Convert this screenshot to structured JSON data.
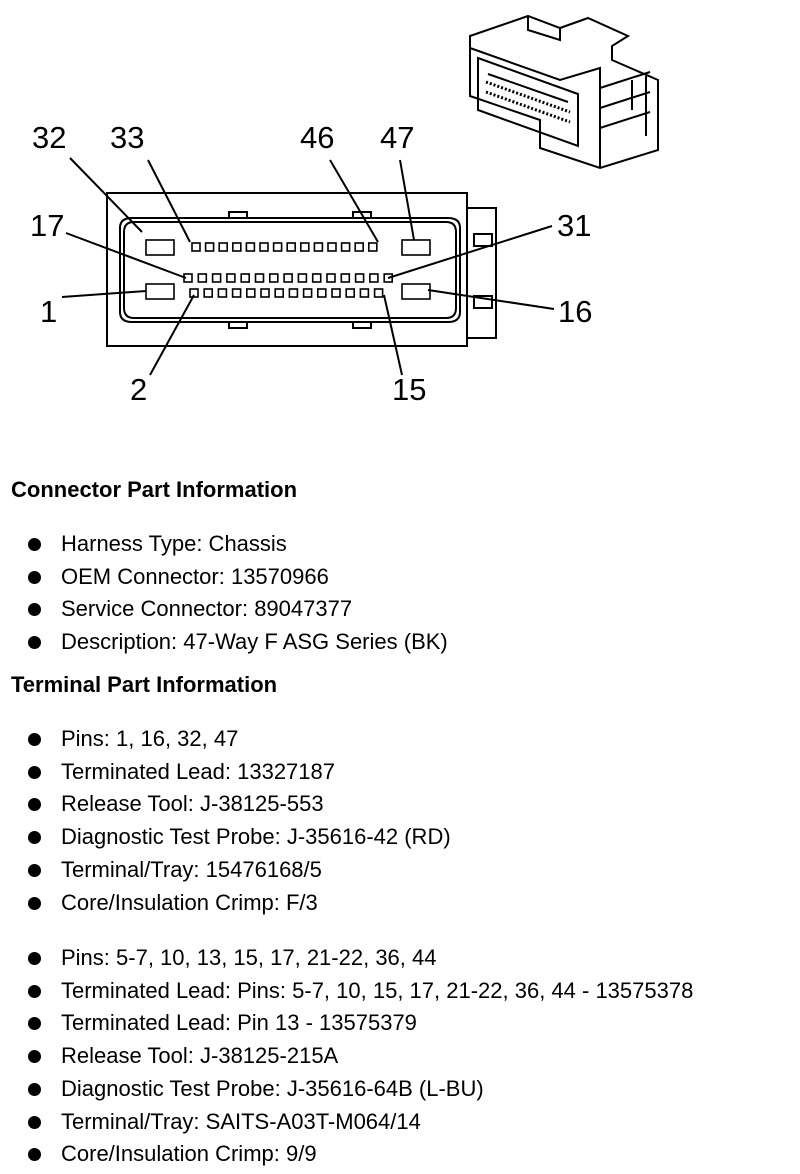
{
  "diagram": {
    "pin_labels": [
      {
        "id": "32",
        "text": "32"
      },
      {
        "id": "33",
        "text": "33"
      },
      {
        "id": "46",
        "text": "46"
      },
      {
        "id": "47",
        "text": "47"
      },
      {
        "id": "17",
        "text": "17"
      },
      {
        "id": "31",
        "text": "31"
      },
      {
        "id": "1",
        "text": "1"
      },
      {
        "id": "16",
        "text": "16"
      },
      {
        "id": "2",
        "text": "2"
      },
      {
        "id": "15",
        "text": "15"
      }
    ],
    "icon": "connector-3d-icon"
  },
  "connector_info": {
    "heading": "Connector Part Information",
    "items": [
      "Harness Type: Chassis",
      "OEM Connector: 13570966",
      "Service Connector: 89047377",
      "Description: 47-Way F ASG Series (BK)"
    ]
  },
  "terminal_info": {
    "heading": "Terminal Part Information",
    "group1": [
      "Pins: 1, 16, 32, 47",
      "Terminated Lead: 13327187",
      "Release Tool: J-38125-553",
      "Diagnostic Test Probe: J-35616-42 (RD)",
      "Terminal/Tray: 15476168/5",
      "Core/Insulation Crimp: F/3"
    ],
    "group2": [
      "Pins: 5-7, 10, 13, 15, 17, 21-22, 36, 44",
      "Terminated Lead: Pins: 5-7, 10, 15, 17, 21-22, 36, 44 - 13575378",
      "Terminated Lead: Pin 13 - 13575379",
      "Release Tool: J-38125-215A",
      "Diagnostic Test Probe: J-35616-64B (L-BU)",
      "Terminal/Tray: SAITS-A03T-M064/14",
      "Core/Insulation Crimp: 9/9"
    ]
  }
}
